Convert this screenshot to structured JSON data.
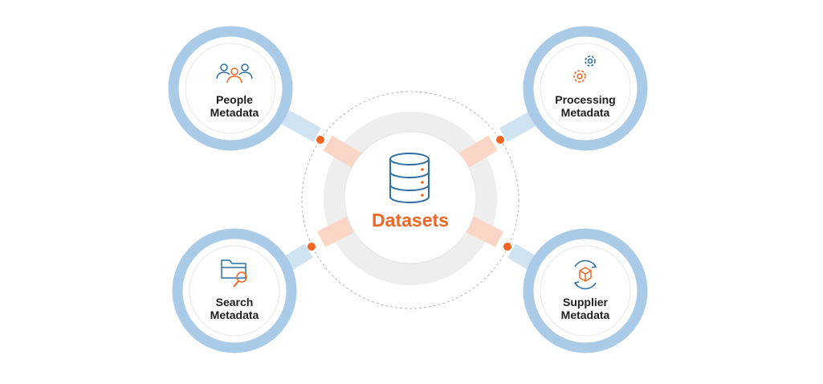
{
  "colors": {
    "accent": "#f26522",
    "ring": "#a9cbe8",
    "connector_blue": "#cfe3f3",
    "connector_orange": "#fbd6c6",
    "icon_blue": "#2f6fa8",
    "halo": "#eeeeee"
  },
  "center": {
    "label": "Datasets",
    "icon": "database-icon"
  },
  "nodes": [
    {
      "line1": "People",
      "line2": "Metadata",
      "icon": "people-icon"
    },
    {
      "line1": "Processing",
      "line2": "Metadata",
      "icon": "gears-icon"
    },
    {
      "line1": "Search",
      "line2": "Metadata",
      "icon": "folder-search-icon"
    },
    {
      "line1": "Supplier",
      "line2": "Metadata",
      "icon": "box-cycle-icon"
    }
  ]
}
